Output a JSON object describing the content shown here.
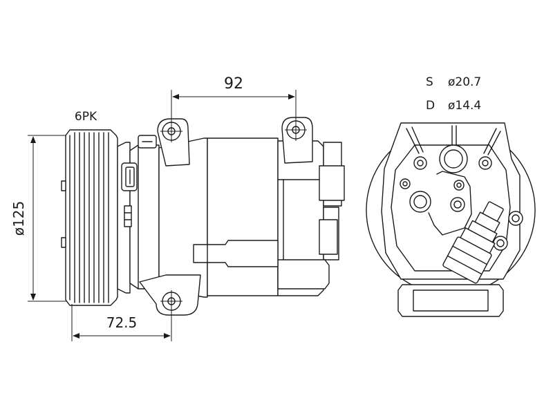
{
  "drawing": {
    "belt_label": "6PK",
    "pulley_diameter_label": "ø125",
    "mount_spacing_label": "92",
    "pulley_offset_label": "72.5",
    "suction_port": {
      "code": "S",
      "size": "ø20.7"
    },
    "discharge_port": {
      "code": "D",
      "size": "ø14.4"
    }
  }
}
